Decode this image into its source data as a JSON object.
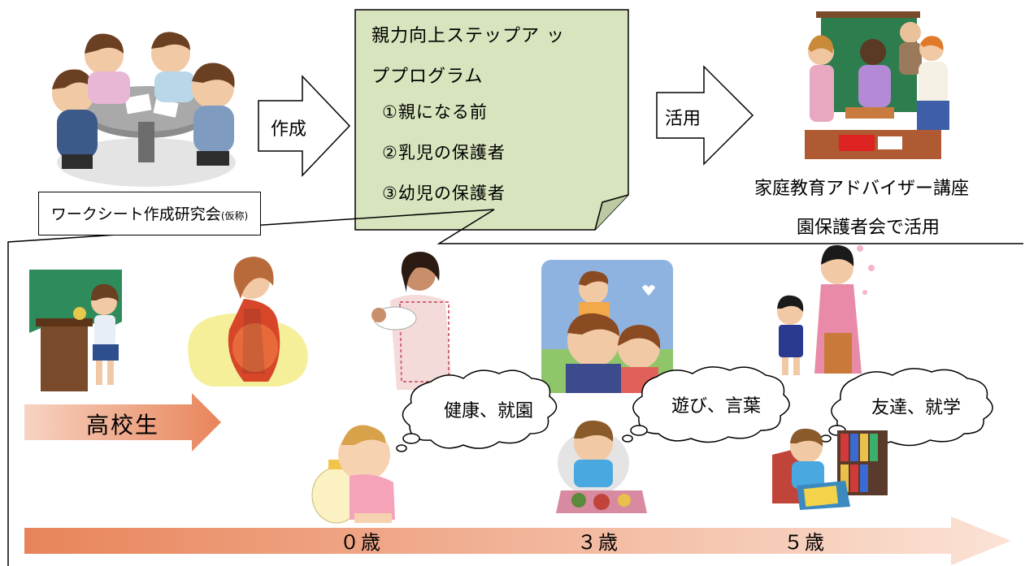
{
  "top": {
    "meeting_label": "ワークシート作成研究会",
    "meeting_label_suffix": "(仮称)",
    "arrow_create_label": "作成",
    "arrow_use_label": "活用",
    "program": {
      "title_line1": "親力向上ステップア ッ",
      "title_line2": "ププログラム",
      "items": [
        "①親になる前",
        "②乳児の保護者",
        "③幼児の保護者"
      ]
    },
    "usage_line1": "家庭教育アドバイザー講座",
    "usage_line2": "園保護者会で活用"
  },
  "timeline": {
    "highschool_label": "高校生",
    "ages": [
      "０歳",
      "３歳",
      "５歳"
    ],
    "thoughts": [
      "健康、就園",
      "遊び、言葉",
      "友達、就学"
    ]
  },
  "colors": {
    "note_fill": "#d7e4bd",
    "arrow_start": "#ffffff",
    "arrow_end": "#e8845a",
    "pregnant_bg": "#f5ef9a",
    "family_bg": "#8fb3e0"
  }
}
